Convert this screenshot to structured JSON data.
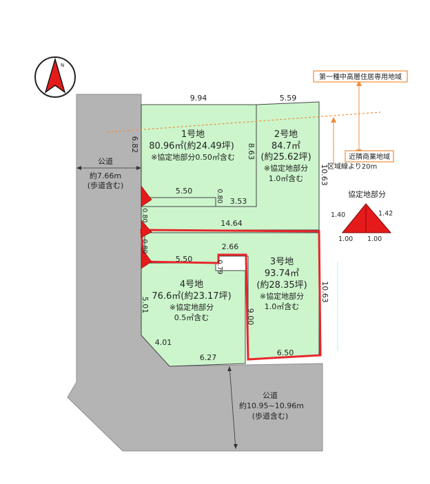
{
  "compass": {
    "letter": "N"
  },
  "roads": {
    "west": {
      "label": "公道",
      "width": "約7.66m",
      "note": "(歩道含む)"
    },
    "south": {
      "label": "公道",
      "width": "約10.95~10.96m",
      "note": "(歩道含む)"
    }
  },
  "zones": {
    "upper": "第一種中高層住居専用地域",
    "lower": "近隣商業地域",
    "boundary_note": "区域線より20m"
  },
  "agreement_legend": {
    "title": "協定地部分",
    "left_side": "1.40",
    "right_side": "1.42",
    "bottom_left": "1.00",
    "bottom_right": "1.00"
  },
  "lots": [
    {
      "name": "1号地",
      "area": "80.96㎡(約24.49坪)",
      "note": "※協定地部分0.50㎡含む"
    },
    {
      "name": "2号地",
      "area": "84.7㎡",
      "area_tsubo": "(約25.62坪)",
      "note": "※協定地部分",
      "note2": "1.0㎡含む"
    },
    {
      "name": "3号地",
      "area": "93.74㎡",
      "area_tsubo": "(約28.35坪)",
      "note": "※協定地部分",
      "note2": "1.0㎡含む"
    },
    {
      "name": "4号地",
      "area": "76.6㎡(約23.17坪)",
      "note": "※協定地部分",
      "note2": "0.5㎡含む"
    }
  ],
  "dimensions": {
    "top_left": "9.94",
    "top_right": "5.59",
    "west_upper": "6.82",
    "lot1_inner": "8.63",
    "east_upper": "10.63",
    "notch_top_w": "5.50",
    "notch_top_h": "0.80",
    "notch_top_right": "3.53",
    "mid_width": "14.64",
    "corner_a": "0.80",
    "corner_b": "0.80",
    "notch_low_top": "2.66",
    "notch_low_w": "5.50",
    "notch_low_h": "0.79",
    "west_lower": "5.01",
    "lot3_inner": "9.00",
    "east_lower": "10.63",
    "bevel": "4.01",
    "south_left": "6.27",
    "south_right": "6.50"
  }
}
